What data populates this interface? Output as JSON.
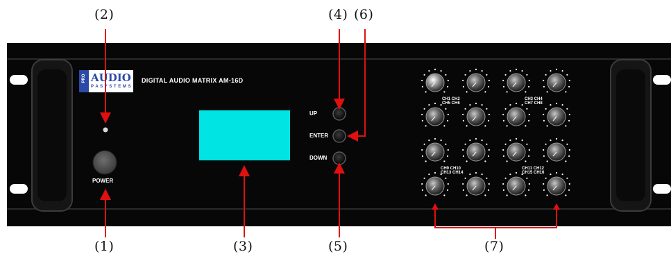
{
  "title": "DIGITAL AUDIO MATRIX  AM-16D",
  "brand": {
    "top": "PRO",
    "main": "AUDIO",
    "sub": "P A  S Y S T E M S"
  },
  "controls": {
    "power": "POWER",
    "up": "UP",
    "enter": "ENTER",
    "down": "DOWN"
  },
  "callouts": {
    "c1": "(1)",
    "c2": "(2)",
    "c3": "(3)",
    "c4": "(4)",
    "c5": "(5)",
    "c6": "(6)",
    "c7": "(7)"
  },
  "knob_labels": {
    "g1_a": "CH1  CH2",
    "g1_b": "CH5  CH6",
    "g2_a": "CH3  CH4",
    "g2_b": "CH7  CH8",
    "g3_a": "CH9  CH10",
    "g3_b": "CH13  CH14",
    "g4_a": "CH11  CH12",
    "g4_b": "CH15  CH16"
  },
  "colors": {
    "panel": "#070707",
    "rack_ear": "#0c0c0c",
    "lcd": "#00e4e4",
    "callout_line": "#e01010",
    "brand_blue": "#2b4aa8"
  }
}
